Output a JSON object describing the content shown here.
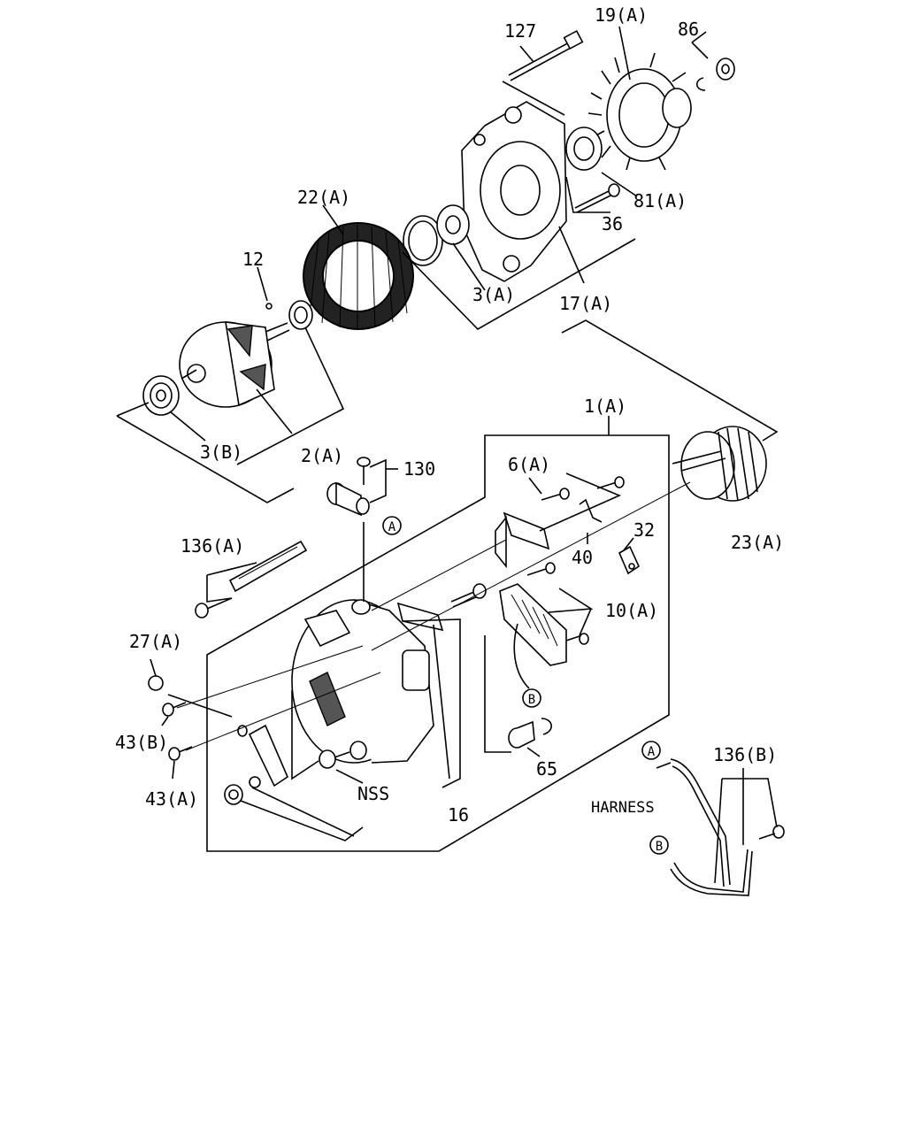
{
  "labels": {
    "p127": "127",
    "p19a": "19(A)",
    "p86": "86",
    "p22a": "22(A)",
    "p81a": "81(A)",
    "p36": "36",
    "p12": "12",
    "p3a": "3(A)",
    "p17a": "17(A)",
    "p1a": "1(A)",
    "p3b": "3(B)",
    "p2a": "2(A)",
    "p130": "130",
    "p6a": "6(A)",
    "p32": "32",
    "p23a": "23(A)",
    "p136a": "136(A)",
    "p40": "40",
    "p10a": "10(A)",
    "p27a": "27(A)",
    "p43b": "43(B)",
    "p43a": "43(A)",
    "p65": "65",
    "pnss": "NSS",
    "p16": "16",
    "p136b": "136(B)",
    "harness": "HARNESS"
  },
  "markers": {
    "a": "A",
    "b": "B"
  }
}
